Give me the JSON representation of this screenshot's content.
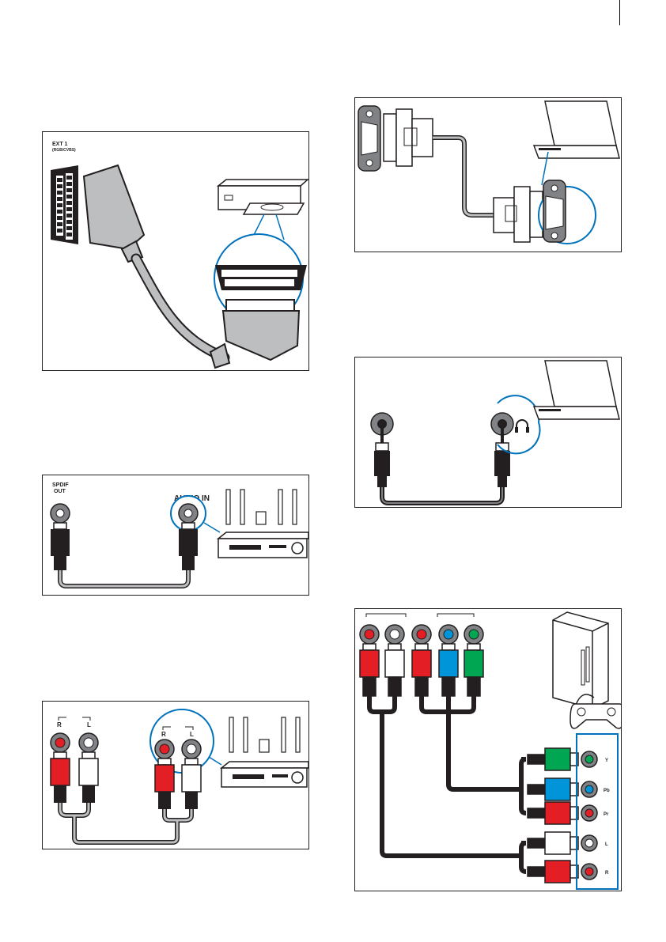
{
  "panels": {
    "scart": {
      "port_label": "EXT 1",
      "port_sublabel": "(RGB/CVBS)"
    },
    "spdif": {
      "out_label": "SPDIF",
      "out_label2": "OUT",
      "in_label": "AUDIO IN"
    },
    "analog_audio": {
      "r_left": "R",
      "l_left": "L",
      "r_right": "R",
      "l_right": "L"
    },
    "component": {
      "y": "Y",
      "pb": "Pb",
      "pr": "Pr",
      "l": "L",
      "r": "R"
    }
  },
  "colors": {
    "outline": "#231f20",
    "cable_grey": "#bcbec0",
    "callout_blue": "#0072bc",
    "red": "#e31e24",
    "green": "#00a651",
    "blue": "#0095d9",
    "white": "#ffffff"
  }
}
